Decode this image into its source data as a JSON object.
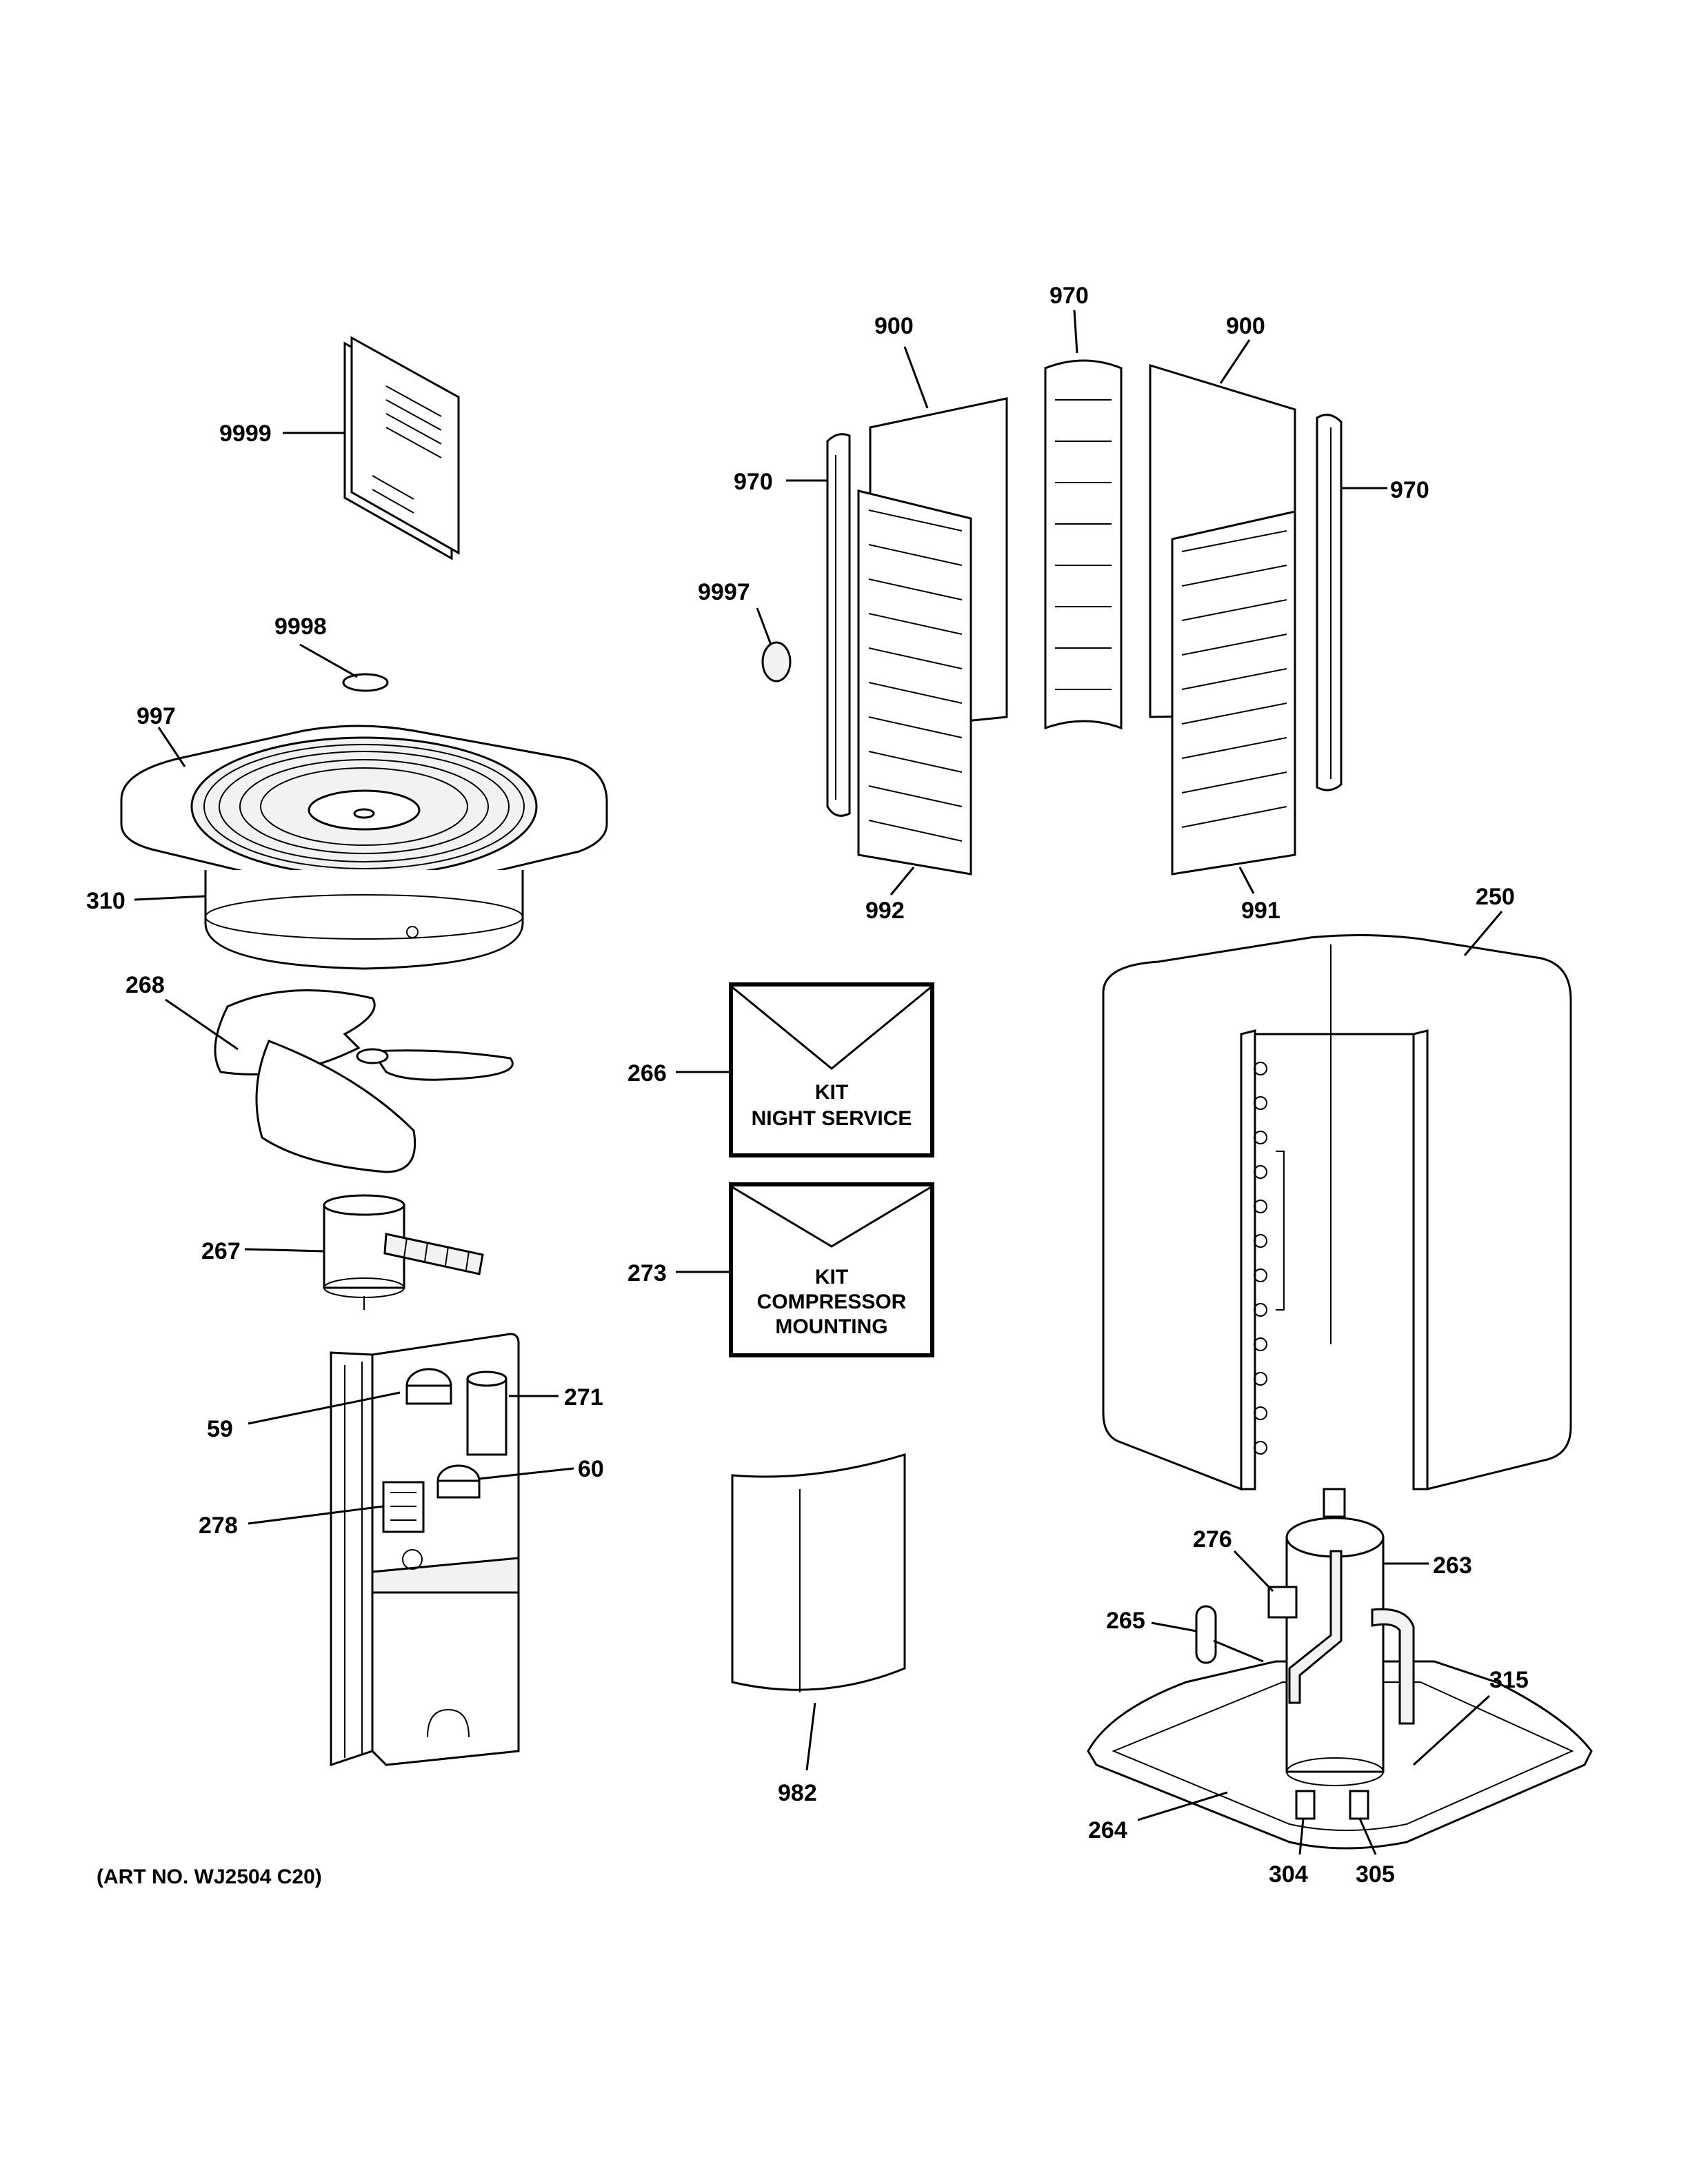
{
  "callouts": {
    "c900a": "900",
    "c970top": "970",
    "c900b": "900",
    "c9999": "9999",
    "c970left": "970",
    "c970right": "970",
    "c9997": "9997",
    "c9998": "9998",
    "c997": "997",
    "c992": "992",
    "c991": "991",
    "c310": "310",
    "c250": "250",
    "c268": "268",
    "c266": "266",
    "c267": "267",
    "c273": "273",
    "c271": "271",
    "c59": "59",
    "c60": "60",
    "c278": "278",
    "c276": "276",
    "c263": "263",
    "c265": "265",
    "c315": "315",
    "c982": "982",
    "c264": "264",
    "c304": "304",
    "c305": "305"
  },
  "kits": {
    "night_service": {
      "line1": "KIT",
      "line2": "NIGHT SERVICE"
    },
    "compressor_mounting": {
      "line1": "KIT",
      "line2": "COMPRESSOR",
      "line3": "MOUNTING"
    }
  },
  "art_no": "(ART NO. WJ2504 C20)"
}
